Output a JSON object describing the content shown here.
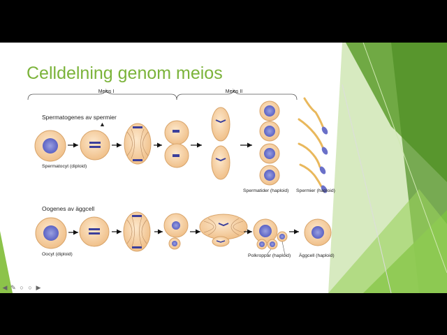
{
  "slide": {
    "title": "Celldelning genom meios"
  },
  "diagram": {
    "phase_labels": {
      "meios1": "Meios I",
      "meios2": "Meios II"
    },
    "spermatogenesis": {
      "heading": "Spermatogenes av spermier",
      "start_label": "Spermatocyt (diploid)",
      "spermatids_label": "Spermatider (haploid)",
      "sperm_label": "Spermier (haploid)"
    },
    "oogenesis": {
      "heading": "Oogenes av äggcell",
      "start_label": "Oocyt (diploid)",
      "polar_label": "Polkroppar (haploid)",
      "egg_label": "Äggcell (haploid)"
    }
  },
  "colors": {
    "title": "#7bb33a",
    "cell_fill": "#f6d3a8",
    "cell_stroke": "#d8a46a",
    "chromosome": "#3b3f9b",
    "green_dark": "#5e9e2e",
    "green_light": "#a8d26a"
  },
  "nav": {
    "prev_icon": "arrow-left-icon",
    "pen_icon": "pen-icon",
    "menu_icon": "menu-icon",
    "zoom_icon": "zoom-icon",
    "next_icon": "arrow-right-icon"
  }
}
